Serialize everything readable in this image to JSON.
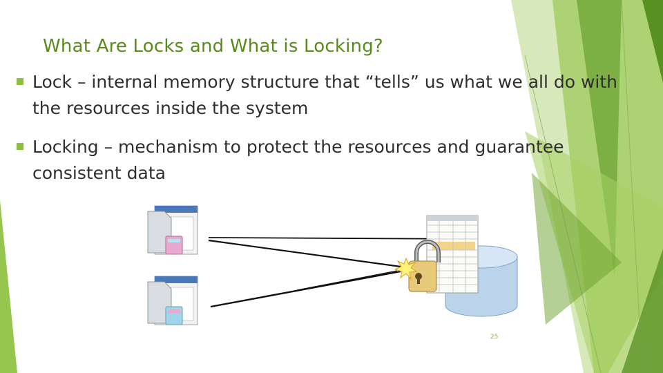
{
  "slide": {
    "title": "What Are Locks and What is Locking?",
    "bullets": [
      {
        "text": "Lock – internal memory structure that “tells” us what we all do with the resources inside the system"
      },
      {
        "text": "Locking – mechanism to protect the resources and guarantee consistent data"
      }
    ],
    "page_number": "25"
  },
  "colors": {
    "accent_green": "#8bc03a",
    "title_green": "#5a8a1c",
    "text": "#2f2f2f"
  },
  "icons": [
    "client-application-icon",
    "client-application-icon",
    "padlock-icon",
    "database-cylinder-icon",
    "data-table-icon",
    "spark-icon"
  ]
}
